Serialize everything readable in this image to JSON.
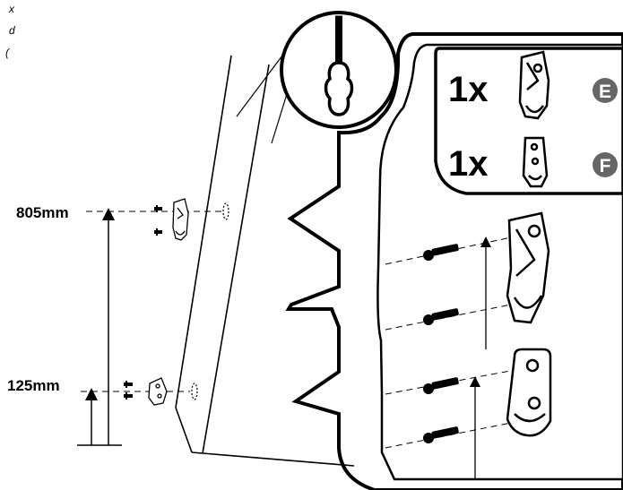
{
  "corner_text": [
    "x",
    "d",
    "("
  ],
  "measurements": {
    "upper_height": "805mm",
    "lower_height": "125mm"
  },
  "parts": [
    {
      "quantity": "1x",
      "letter": "E",
      "part": "upper wall hook"
    },
    {
      "quantity": "1x",
      "letter": "F",
      "part": "lower wall hook"
    }
  ],
  "tool": {
    "icon": "screwdriver-icon"
  },
  "colors": {
    "ink": "#000000",
    "badge": "#666666",
    "paper": "#ffffff"
  }
}
